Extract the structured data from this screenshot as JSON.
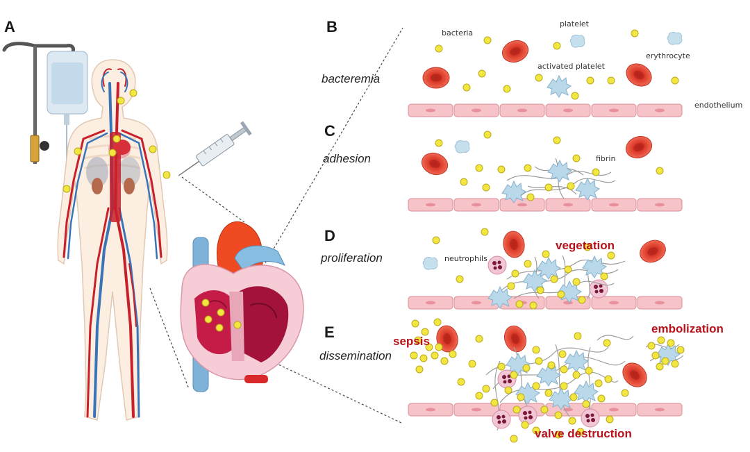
{
  "panels": {
    "a": "A",
    "b": "B",
    "c": "C",
    "d": "D",
    "e": "E"
  },
  "stages": {
    "bacteremia": "bacteremia",
    "adhesion": "adhesion",
    "proliferation": "proliferation",
    "dissemination": "dissemination"
  },
  "labels": {
    "bacteria": "bacteria",
    "platelet": "platelet",
    "erythrocyte": "erythrocyte",
    "activated_platelet": "activated platelet",
    "endothelium": "endothelium",
    "fibrin": "fibrin",
    "neutrophils": "neutrophils"
  },
  "callouts": {
    "vegetation": "vegetation",
    "sepsis": "sepsis",
    "embolization": "embolization",
    "valve_destruction": "valve destruction"
  },
  "colors": {
    "bacteria": "#f2e640",
    "erythrocyte": "#e0412e",
    "endothelium": "#f6c4c8",
    "platelet": "#bcd9ea",
    "neutrophil": "#f0c3d2",
    "callout_red": "#b5121b",
    "artery": "#c8202b",
    "vein": "#3a74b8"
  },
  "icons": [
    "iv-drip-icon",
    "human-body-icon",
    "syringe-icon",
    "heart-icon"
  ]
}
